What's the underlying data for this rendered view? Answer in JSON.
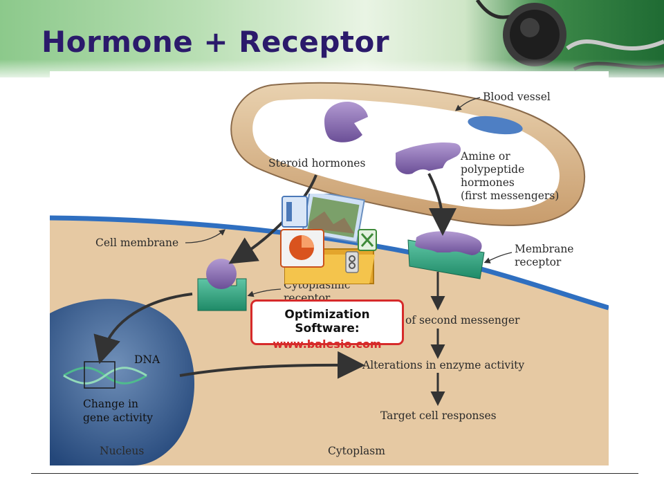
{
  "slide": {
    "title": "Hormone + Receptor"
  },
  "diagram": {
    "labels": {
      "blood_vessel": "Blood vessel",
      "steroid_hormones": "Steroid hormones",
      "amine_line1": "Amine or",
      "amine_line2": "polypeptide",
      "amine_line3": "hormones",
      "amine_line4": "(first messengers)",
      "cell_membrane": "Cell membrane",
      "membrane_line1": "Membrane",
      "membrane_line2": "receptor",
      "cytoplasmic_line1": "Cytoplasmic",
      "cytoplasmic_line2": "receptor",
      "second_messenger": "of second messenger",
      "dna": "DNA",
      "alterations": "Alterations in enzyme activity",
      "change_line1": "Change in",
      "change_line2": "gene activity",
      "target": "Target cell responses",
      "nucleus": "Nucleus",
      "cytoplasm": "Cytoplasm"
    }
  },
  "watermark": {
    "line1": "Optimization Software:",
    "line2": "www.balesio.com"
  },
  "icons": [
    "stethoscope-icon",
    "folder-icon",
    "presentation-icon",
    "image-icon",
    "spreadsheet-icon",
    "zip-icon"
  ]
}
